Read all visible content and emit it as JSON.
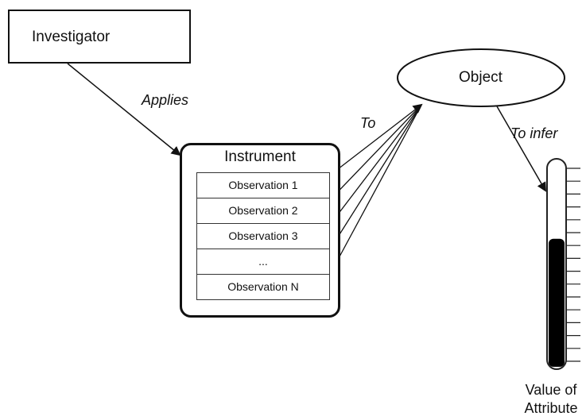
{
  "investigator": {
    "label": "Investigator"
  },
  "object": {
    "label": "Object"
  },
  "edges": {
    "applies": "Applies",
    "to": "To",
    "to_infer": "To infer"
  },
  "instrument": {
    "title": "Instrument",
    "observations": [
      "Observation 1",
      "Observation 2",
      "Observation 3",
      "...",
      "Observation N"
    ]
  },
  "thermometer": {
    "label": "Value of Attribute",
    "level": 0.62,
    "tick_count": 16
  }
}
